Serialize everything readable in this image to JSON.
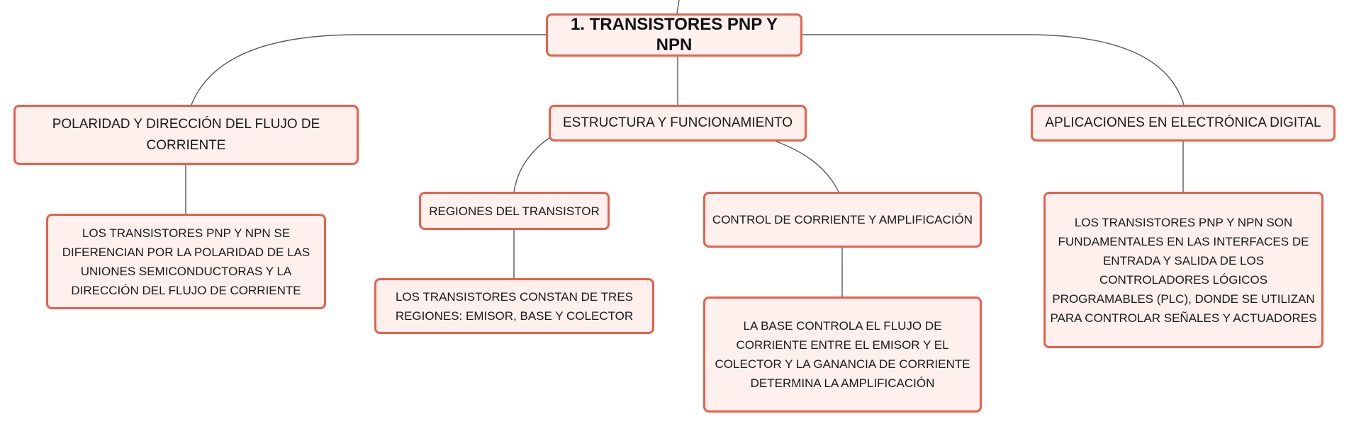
{
  "colors": {
    "node_fill": "#fdf0ed",
    "node_border": "#e8604c",
    "connector": "#595959",
    "text": "#1a1a1a"
  },
  "mindmap": {
    "root": "1. TRANSISTORES PNP Y NPN",
    "polaridad": {
      "title": "POLARIDAD Y DIRECCIÓN DEL FLUJO DE CORRIENTE",
      "detail": "LOS TRANSISTORES PNP Y NPN SE DIFERENCIAN POR LA POLARIDAD DE LAS UNIONES SEMICONDUCTORAS Y LA DIRECCIÓN DEL FLUJO DE CORRIENTE"
    },
    "estructura": {
      "title": "ESTRUCTURA Y FUNCIONAMIENTO",
      "regiones": {
        "title": "REGIONES DEL TRANSISTOR",
        "detail": "LOS TRANSISTORES CONSTAN DE TRES REGIONES: EMISOR, BASE Y COLECTOR"
      },
      "control": {
        "title": "CONTROL DE CORRIENTE Y AMPLIFICACIÓN",
        "detail": "LA BASE CONTROLA EL FLUJO DE CORRIENTE ENTRE EL EMISOR Y EL COLECTOR Y LA GANANCIA DE CORRIENTE DETERMINA LA AMPLIFICACIÓN"
      }
    },
    "aplicaciones": {
      "title": "APLICACIONES EN ELECTRÓNICA DIGITAL",
      "detail": "LOS TRANSISTORES PNP Y NPN SON FUNDAMENTALES EN LAS INTERFACES DE ENTRADA Y SALIDA DE LOS CONTROLADORES LÓGICOS PROGRAMABLES (PLC), DONDE SE UTILIZAN PARA CONTROLAR SEÑALES Y ACTUADORES"
    }
  }
}
